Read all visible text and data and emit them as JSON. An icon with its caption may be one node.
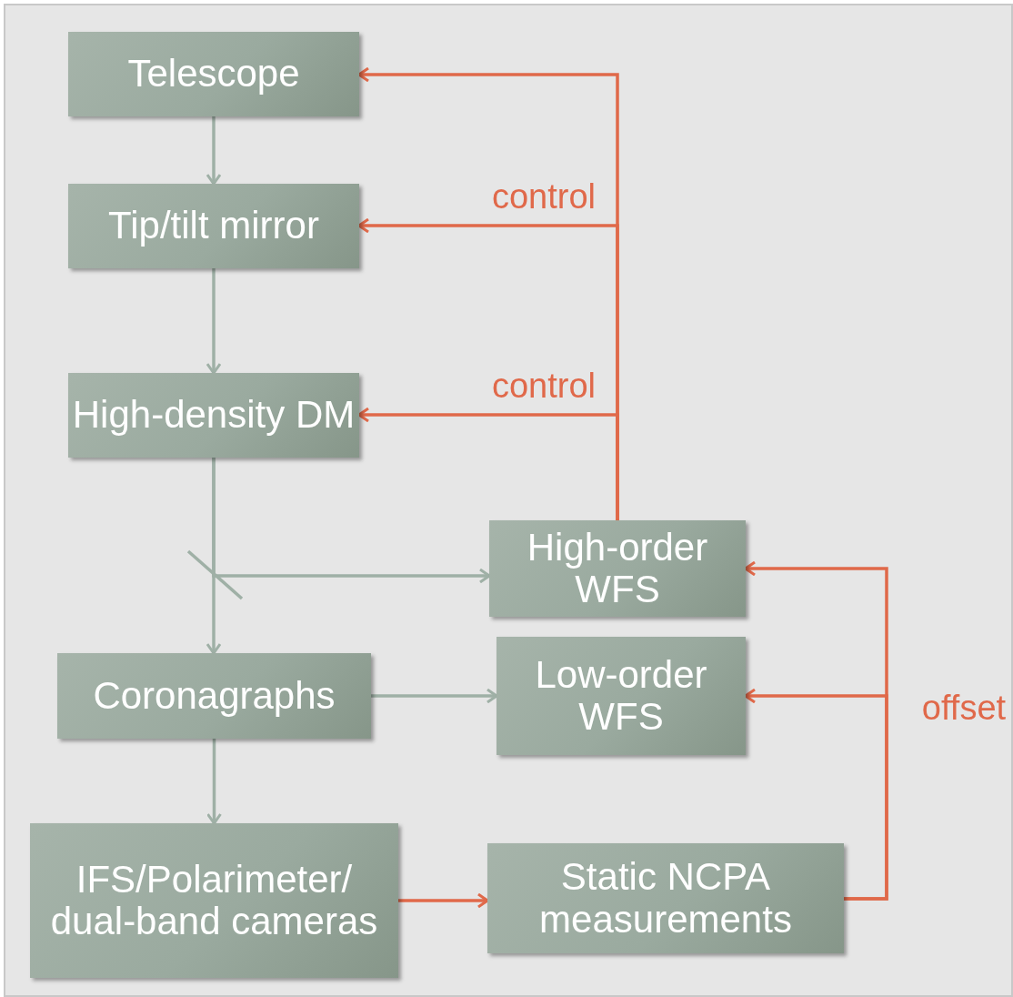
{
  "diagram": {
    "nodes": [
      {
        "text": [
          "Telescope"
        ]
      },
      {
        "text": [
          "Tip/tilt mirror"
        ]
      },
      {
        "text": [
          "High-density DM"
        ]
      },
      {
        "text": [
          "High-order WFS"
        ]
      },
      {
        "text": [
          "Coronagraphs"
        ]
      },
      {
        "text": [
          "Low-order WFS"
        ]
      },
      {
        "text": [
          "IFS/Polarimeter/ dual-band cameras"
        ]
      },
      {
        "text": [
          "Static NCPA measurements"
        ]
      }
    ],
    "edges": [
      {
        "from": 0,
        "to": 1,
        "arrow": "to"
      },
      {
        "from": 1,
        "to": 2,
        "arrow": "to"
      },
      {
        "from": 2,
        "to": 4,
        "arrow": "to"
      },
      {
        "from": 2,
        "to": 3,
        "arrow": "to"
      },
      {
        "from": 4,
        "to": 5,
        "arrow": "to"
      },
      {
        "from": 4,
        "to": 6,
        "arrow": "to"
      },
      {
        "from": 6,
        "to": 7,
        "arrow": "to",
        "color": "#e0694a"
      },
      {
        "from": 3,
        "to": 0,
        "arrow": "to",
        "color": "#e0694a"
      },
      {
        "from": 3,
        "to": 1,
        "arrow": "to",
        "label": "control",
        "color": "#e0694a"
      },
      {
        "from": 3,
        "to": 2,
        "arrow": "to",
        "label": "control",
        "color": "#e0694a"
      },
      {
        "from": 7,
        "to": 3,
        "arrow": "to",
        "color": "#e0694a"
      },
      {
        "from": 7,
        "to": 5,
        "arrow": "to",
        "label": "offset",
        "color": "#e0694a"
      }
    ]
  }
}
